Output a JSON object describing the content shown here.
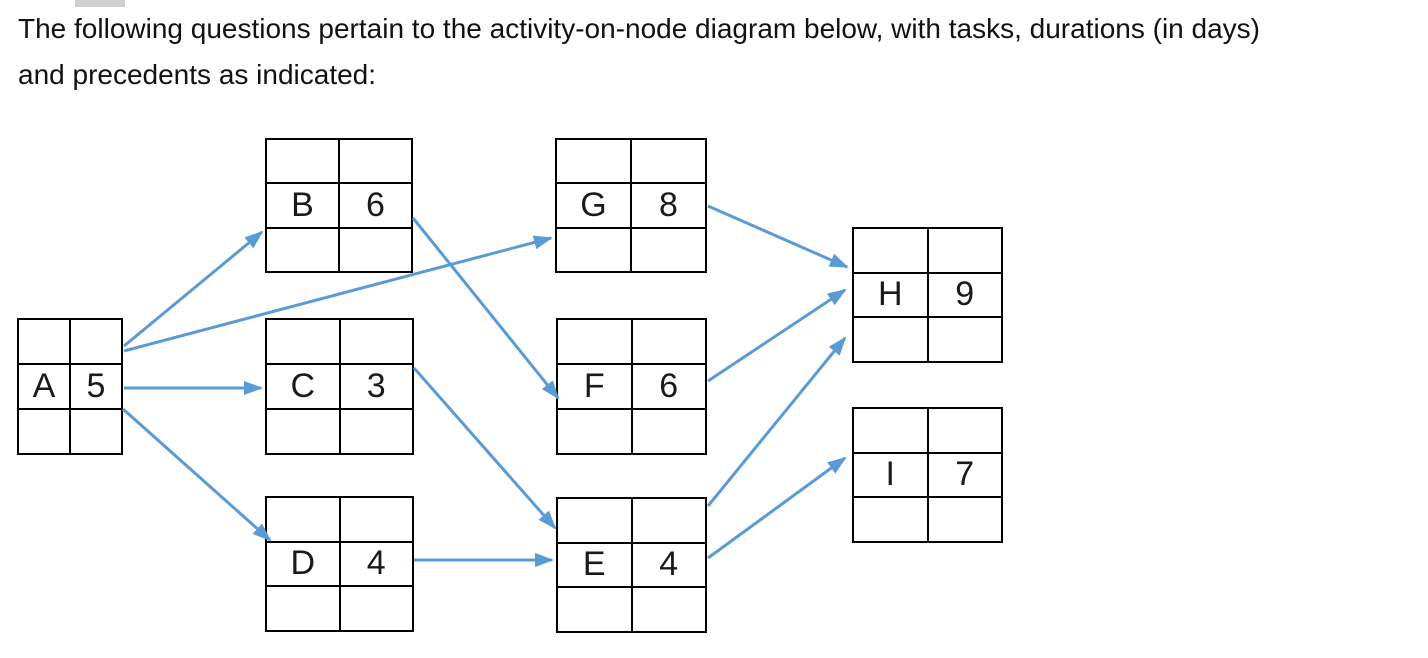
{
  "instruction": {
    "line1": "The following questions pertain to the activity-on-node diagram below, with tasks, durations (in days)",
    "line2": "and precedents as indicated:"
  },
  "diagram": {
    "type": "activity-on-node",
    "nodes": [
      {
        "id": "A",
        "duration": "5"
      },
      {
        "id": "B",
        "duration": "6"
      },
      {
        "id": "C",
        "duration": "3"
      },
      {
        "id": "D",
        "duration": "4"
      },
      {
        "id": "E",
        "duration": "4"
      },
      {
        "id": "F",
        "duration": "6"
      },
      {
        "id": "G",
        "duration": "8"
      },
      {
        "id": "H",
        "duration": "9"
      },
      {
        "id": "I",
        "duration": "7"
      }
    ],
    "edges": [
      {
        "from": "A",
        "to": "B"
      },
      {
        "from": "A",
        "to": "C"
      },
      {
        "from": "A",
        "to": "D"
      },
      {
        "from": "A",
        "to": "G"
      },
      {
        "from": "B",
        "to": "F"
      },
      {
        "from": "C",
        "to": "E"
      },
      {
        "from": "D",
        "to": "E"
      },
      {
        "from": "G",
        "to": "H"
      },
      {
        "from": "F",
        "to": "H"
      },
      {
        "from": "E",
        "to": "H"
      },
      {
        "from": "E",
        "to": "I"
      }
    ],
    "colors": {
      "arrow": "#5b9bd5",
      "node_border": "#000000",
      "text": "#1a1a1a",
      "background": "#ffffff",
      "top_fragment": "#d0d0d0"
    }
  }
}
